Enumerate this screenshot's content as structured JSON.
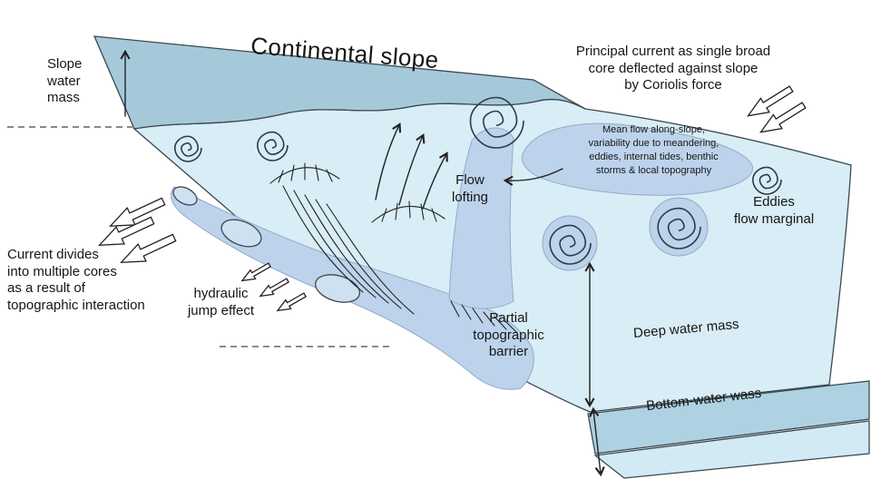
{
  "diagram": {
    "labels": {
      "slope_water_mass": "Slope\nwater\nmass",
      "continental_slope": "Continental slope",
      "principal_current": "Principal current as single broad\ncore deflected against slope\nby Coriolis force",
      "mean_flow": "Mean flow along-slope,\nvariability due to meandering,\neddies, internal tides, benthic\nstorms & local topography",
      "eddies_marginal": "Eddies\nflow marginal",
      "flow_lofting": "Flow\nlofting",
      "current_divides": "Current divides\ninto multiple cores\nas a result of\ntopographic interaction",
      "hydraulic_jump": "hydraulic\njump effect",
      "partial_barrier": "Partial\ntopographic\nbarrier",
      "deep_water_mass": "Deep water mass",
      "bottom_water_mass": "Bottom-water wass"
    },
    "colors": {
      "slope_band": "#a6c9da",
      "surface": "#d8edf5",
      "current": "#bdd3ec",
      "core": "#cfe0f0",
      "bottom_band": "#aed2e2",
      "bottom_lower": "#d2eaf3"
    }
  }
}
